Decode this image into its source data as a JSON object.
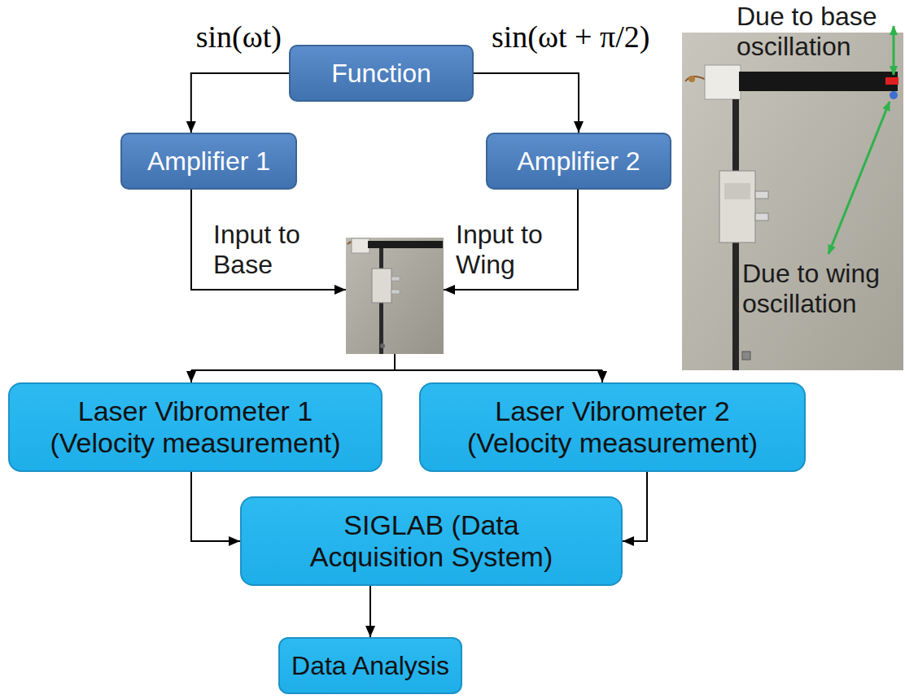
{
  "diagram": {
    "nodes": [
      {
        "text": [
          "Function"
        ]
      },
      {
        "text": [
          "Amplifier 1"
        ]
      },
      {
        "text": [
          "Amplifier 2"
        ]
      },
      {
        "text": [
          "Laser Vibrometer 1 (Velocity measurement)"
        ]
      },
      {
        "text": [
          "Laser Vibrometer 2 (Velocity measurement)"
        ]
      },
      {
        "text": [
          "SIGLAB (Data Acquisition System)"
        ]
      },
      {
        "text": [
          "Data Analysis"
        ]
      }
    ],
    "edges": [
      {
        "from": 0,
        "to": 1,
        "arrow": "to",
        "label": "sin(ωt)"
      },
      {
        "from": 0,
        "to": 2,
        "arrow": "to",
        "label": "sin(ωt + π/2)"
      },
      {
        "from": 3,
        "to": 5,
        "arrow": "to"
      },
      {
        "from": 4,
        "to": 5,
        "arrow": "to"
      },
      {
        "from": 5,
        "to": 6,
        "arrow": "to"
      }
    ],
    "labels": [
      "Input to Base",
      "Input to Wing",
      "Due to base oscillation",
      "Due to wing oscillation"
    ]
  }
}
